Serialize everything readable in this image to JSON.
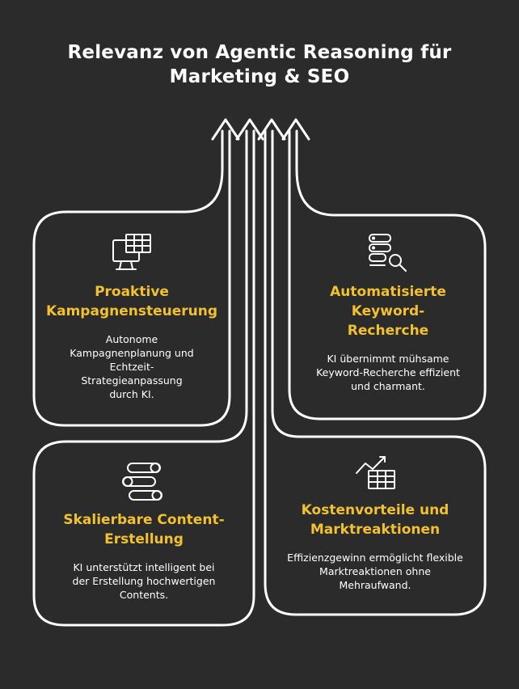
{
  "title": {
    "line1": "Relevanz von Agentic Reasoning für",
    "line2": "Marketing & SEO"
  },
  "colors": {
    "background": "#2b2b2b",
    "stroke": "#ffffff",
    "accent": "#f2c12e"
  },
  "cards": [
    {
      "title": "Proaktive Kampagnensteuerung",
      "description": "Autonome Kampagnenplanung und Echtzeit-Strategieanpassung durch KI.",
      "icon": "monitor-spreadsheet-icon"
    },
    {
      "title": "Automatisierte Keyword-Recherche",
      "description": "KI übernimmt mühsame Keyword-Recherche effizient und charmant.",
      "icon": "database-search-icon"
    },
    {
      "title": "Skalierbare Content-Erstellung",
      "description": "KI unterstützt intelligent bei der Erstellung hochwertigen Contents.",
      "icon": "toggle-stack-icon"
    },
    {
      "title": "Kostenvorteile und Marktreaktionen",
      "description": "Effizienzgewinn ermöglicht flexible Marktreaktionen ohne Mehraufwand.",
      "icon": "chart-table-icon"
    }
  ]
}
